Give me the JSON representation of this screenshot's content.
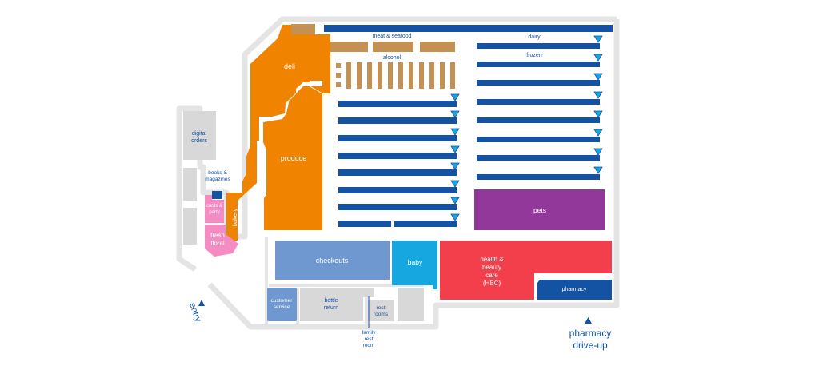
{
  "map": {
    "colors": {
      "wall": "#e4e4e4",
      "aisle_blue": "#1452a4",
      "aisle_brown": "#c39153",
      "orange": "#f08300",
      "pink": "#f48bc3",
      "purple": "#92389a",
      "checkouts": "#6f97d0",
      "baby": "#17a7e0",
      "hbc": "#f23f4b",
      "pharmacy": "#1452a4",
      "customer_service": "#6f97d0",
      "gray": "#d8d8d8",
      "text_dark": "#1452a4",
      "text_light": "#ffffff"
    },
    "labels": {
      "meat_seafood": "meat & seafood",
      "alcohol": "alcohol",
      "dairy": "dairy",
      "frozen": "frozen",
      "deli": "deli",
      "produce": "produce",
      "digital_orders_1": "digital",
      "digital_orders_2": "orders",
      "books_1": "books &",
      "books_2": "magazines",
      "cards_1": "cards &",
      "cards_2": "party",
      "bakery": "bakery",
      "floral_1": "fresh",
      "floral_2": "floral",
      "pets": "pets",
      "checkouts": "checkouts",
      "baby": "baby",
      "hbc_1": "health &",
      "hbc_2": "beauty",
      "hbc_3": "care",
      "hbc_4": "(HBC)",
      "pharmacy": "pharmacy",
      "customer_service_1": "customer",
      "customer_service_2": "service",
      "bottle_return_1": "bottle",
      "bottle_return_2": "return",
      "rest_rooms_1": "rest",
      "rest_rooms_2": "rooms",
      "family_rest_room_1": "family",
      "family_rest_room_2": "rest",
      "family_rest_room_3": "room",
      "entry": "entry",
      "pharmacy_drive_up_1": "pharmacy",
      "pharmacy_drive_up_2": "drive-up"
    }
  }
}
